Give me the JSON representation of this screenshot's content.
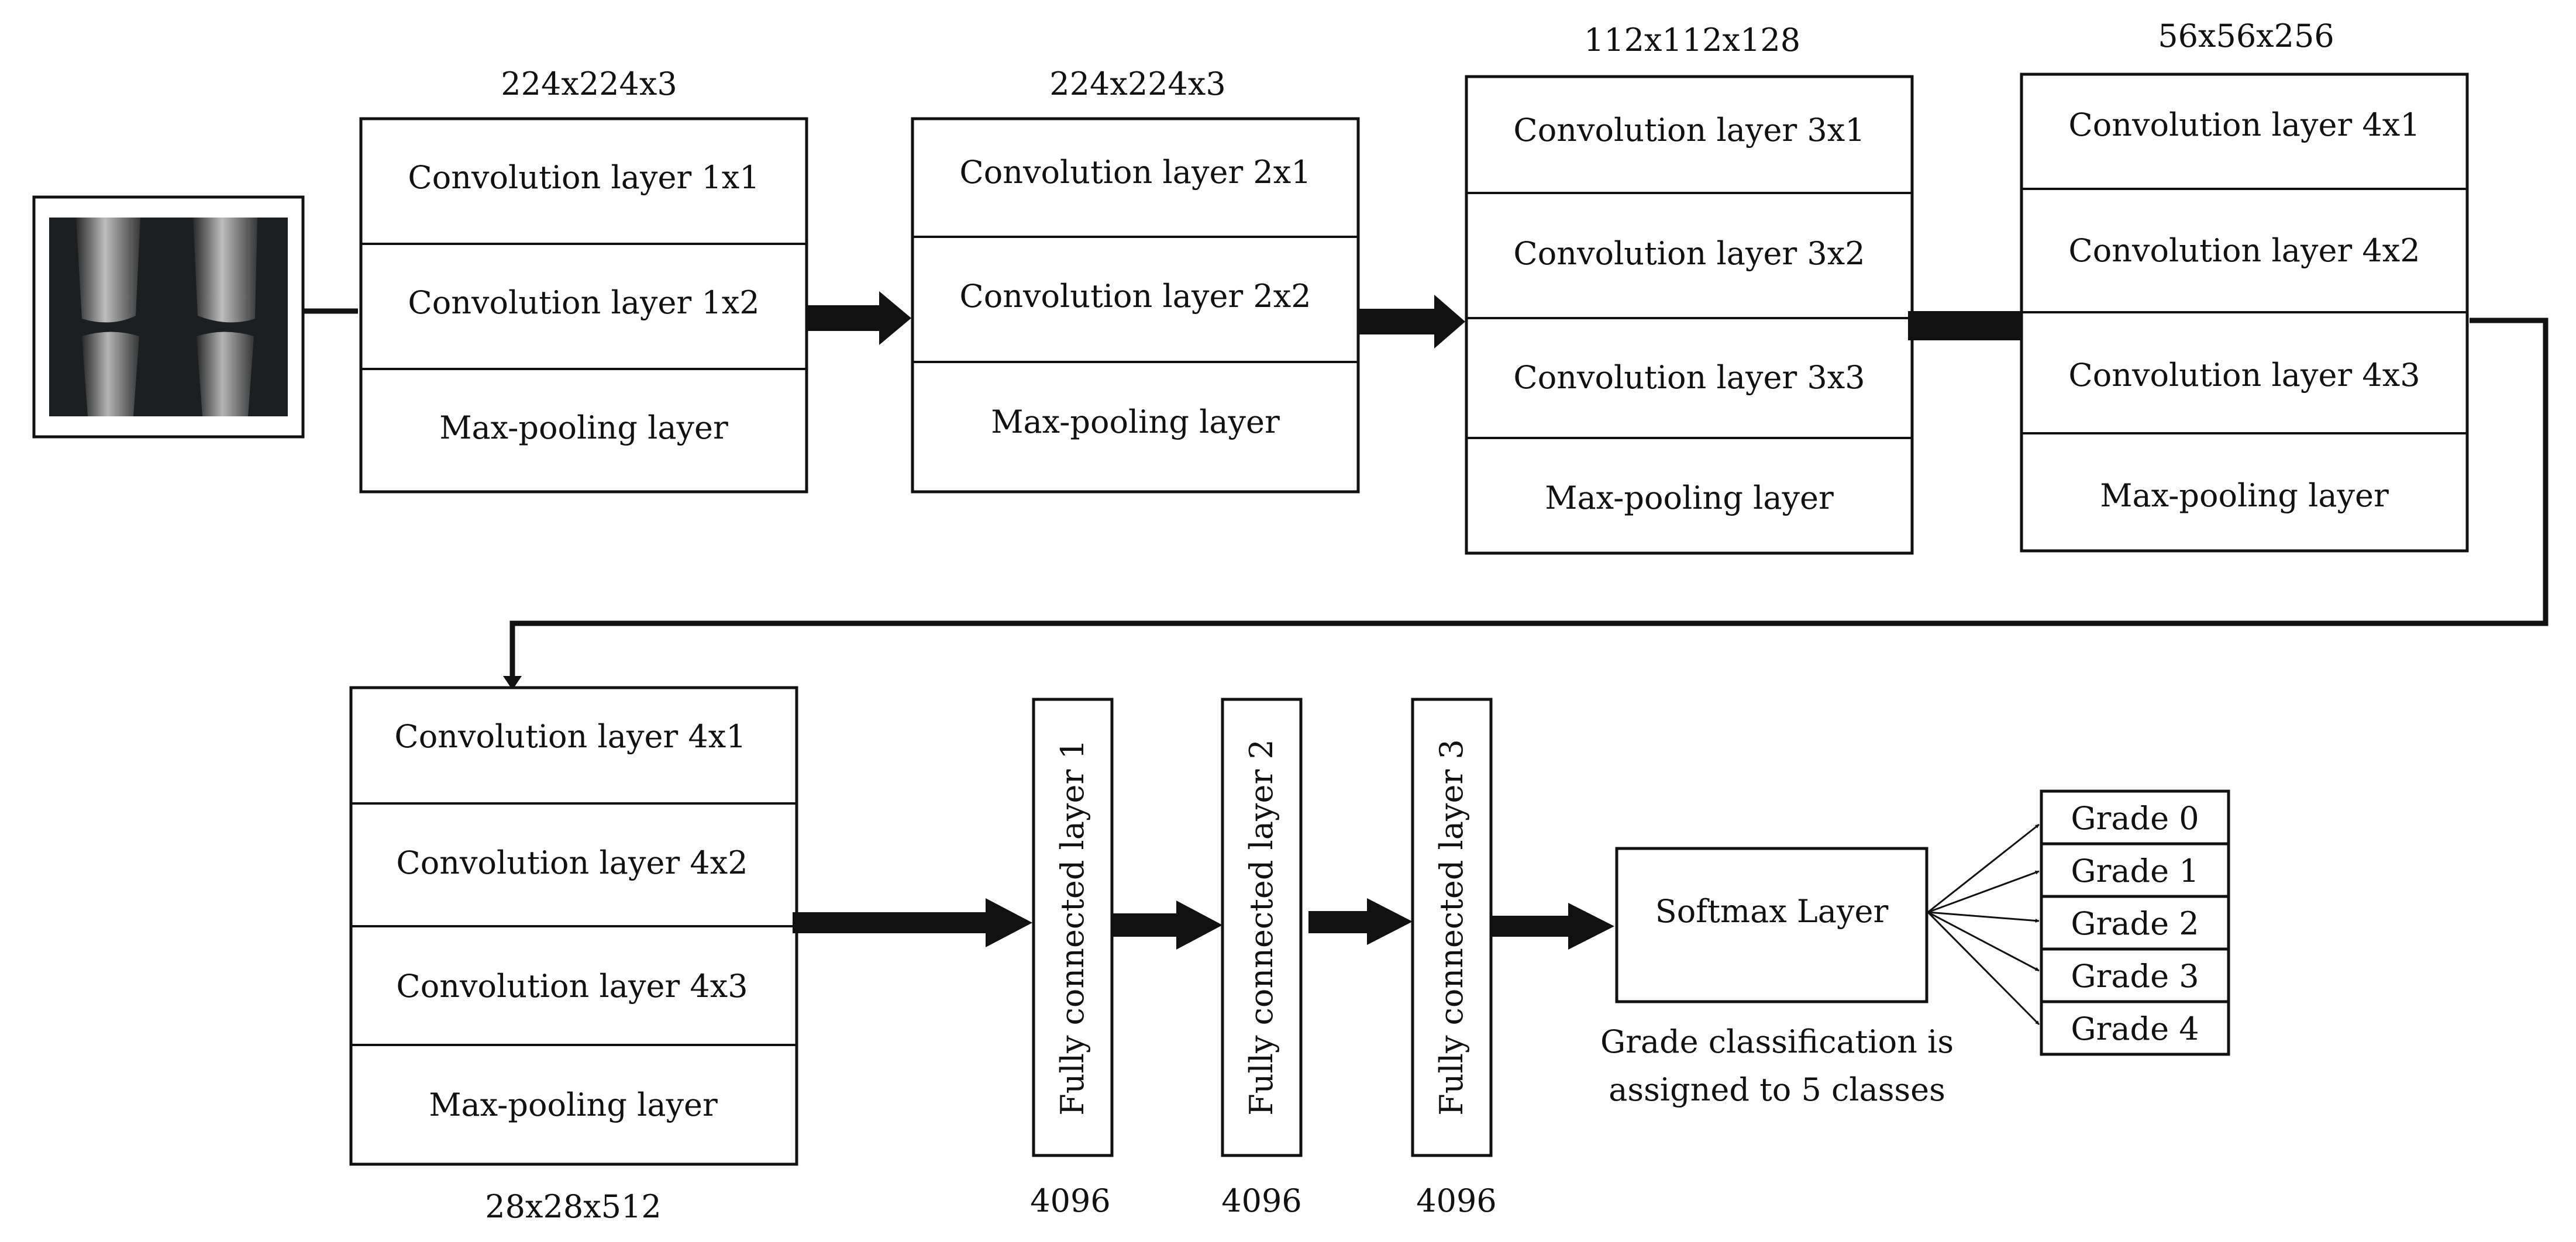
{
  "input_image": {
    "alt": "knee x-ray"
  },
  "blocks": [
    {
      "dimension": "224x224x3",
      "layers": [
        "Convolution layer 1x1",
        "Convolution layer 1x2",
        "Max-pooling layer"
      ]
    },
    {
      "dimension": "224x224x3",
      "layers": [
        "Convolution layer 2x1",
        "Convolution layer 2x2",
        "Max-pooling layer"
      ]
    },
    {
      "dimension": "112x112x128",
      "layers": [
        "Convolution layer 3x1",
        "Convolution layer 3x2",
        "Convolution layer 3x3",
        "Max-pooling layer"
      ]
    },
    {
      "dimension": "56x56x256",
      "layers": [
        "Convolution layer 4x1",
        "Convolution layer 4x2",
        "Convolution layer 4x3",
        "Max-pooling layer"
      ]
    },
    {
      "dimension": "28x28x512",
      "layers": [
        "Convolution layer 4x1",
        "Convolution layer 4x2",
        "Convolution layer 4x3",
        "Max-pooling layer"
      ]
    }
  ],
  "fully_connected": [
    {
      "label": "Fully connected layer 1",
      "size": "4096"
    },
    {
      "label": "Fully connected layer 2",
      "size": "4096"
    },
    {
      "label": "Fully connected layer 3",
      "size": "4096"
    }
  ],
  "softmax": {
    "label": "Softmax Layer",
    "caption_line1": "Grade classification is",
    "caption_line2": "assigned to 5 classes"
  },
  "grades": [
    "Grade 0",
    "Grade 1",
    "Grade 2",
    "Grade 3",
    "Grade 4"
  ]
}
